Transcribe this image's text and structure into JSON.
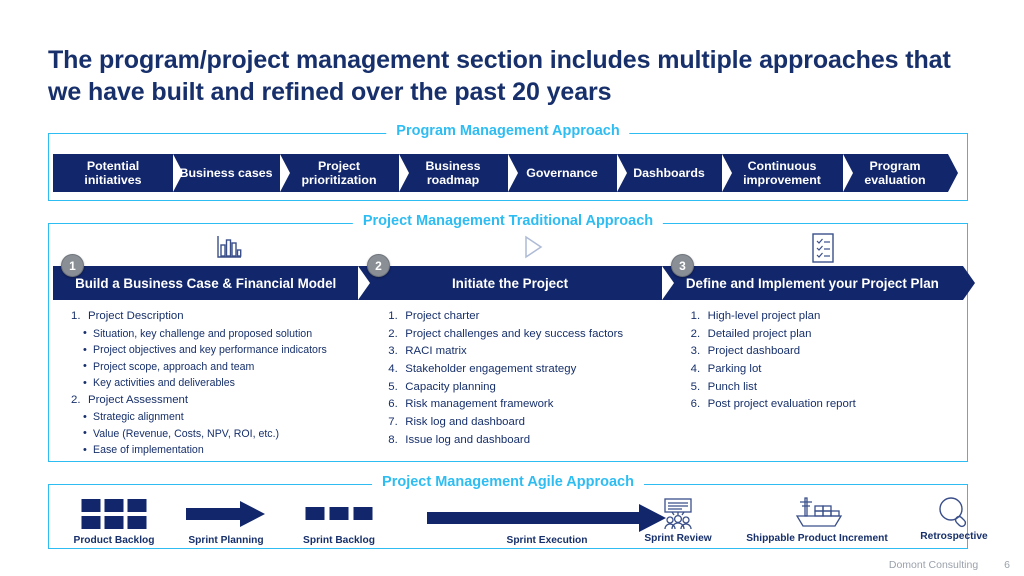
{
  "title": "The program/project management section includes multiple approaches that we have built and refined over the past 20 years",
  "colors": {
    "navy": "#12266b",
    "cyan": "#2ebdf2",
    "title_blue": "#17306b",
    "step_grey": "#8a8f96"
  },
  "program": {
    "caption": "Program Management Approach",
    "steps": [
      {
        "label": "Potential initiatives"
      },
      {
        "label": "Business cases"
      },
      {
        "label": "Project prioritization"
      },
      {
        "label": "Business roadmap"
      },
      {
        "label": "Governance"
      },
      {
        "label": "Dashboards"
      },
      {
        "label": "Continuous improvement"
      },
      {
        "label": "Program evaluation"
      }
    ]
  },
  "traditional": {
    "caption": "Project Management Traditional Approach",
    "phases": [
      {
        "number": "1",
        "title": "Build a Business Case & Financial Model",
        "icon": "bar-chart-icon"
      },
      {
        "number": "2",
        "title": "Initiate the Project",
        "icon": "play-triangle-icon"
      },
      {
        "number": "3",
        "title": "Define and Implement your Project Plan",
        "icon": "checklist-icon"
      }
    ],
    "columns": [
      {
        "items": [
          {
            "type": "number",
            "n": "1.",
            "text": "Project Description"
          },
          {
            "type": "bullet",
            "text": "Situation, key challenge  and proposed solution"
          },
          {
            "type": "bullet",
            "text": "Project objectives and key performance indicators"
          },
          {
            "type": "bullet",
            "text": "Project scope, approach and team"
          },
          {
            "type": "bullet",
            "text": "Key activities and deliverables"
          },
          {
            "type": "number",
            "n": "2.",
            "text": "Project Assessment"
          },
          {
            "type": "bullet",
            "text": "Strategic alignment"
          },
          {
            "type": "bullet",
            "text": "Value (Revenue,  Costs, NPV, ROI, etc.)"
          },
          {
            "type": "bullet",
            "text": "Ease of implementation"
          }
        ]
      },
      {
        "items": [
          {
            "type": "number",
            "n": "1.",
            "text": "Project charter"
          },
          {
            "type": "number",
            "n": "2.",
            "text": "Project challenges  and key success factors"
          },
          {
            "type": "number",
            "n": "3.",
            "text": "RACI matrix"
          },
          {
            "type": "number",
            "n": "4.",
            "text": "Stakeholder  engagement  strategy"
          },
          {
            "type": "number",
            "n": "5.",
            "text": "Capacity planning"
          },
          {
            "type": "number",
            "n": "6.",
            "text": "Risk management  framework"
          },
          {
            "type": "number",
            "n": "7.",
            "text": "Risk log and dashboard"
          },
          {
            "type": "number",
            "n": "8.",
            "text": "Issue log and dashboard"
          }
        ]
      },
      {
        "items": [
          {
            "type": "number",
            "n": "1.",
            "text": "High-level  project plan"
          },
          {
            "type": "number",
            "n": "2.",
            "text": "Detailed project plan"
          },
          {
            "type": "number",
            "n": "3.",
            "text": "Project dashboard"
          },
          {
            "type": "number",
            "n": "4.",
            "text": "Parking lot"
          },
          {
            "type": "number",
            "n": "5.",
            "text": "Punch  list"
          },
          {
            "type": "number",
            "n": "6.",
            "text": "Post project evaluation report"
          }
        ]
      }
    ]
  },
  "agile": {
    "caption": "Project Management Agile Approach",
    "items": [
      {
        "label": "Product Backlog",
        "icon": "backlog-grid-icon"
      },
      {
        "label": "Sprint Planning",
        "icon": "arrow-right-icon"
      },
      {
        "label": "Sprint Backlog",
        "icon": "backlog-row-icon"
      },
      {
        "label": "Sprint Execution",
        "icon": "long-arrow-right-icon"
      },
      {
        "label": "Sprint Review",
        "icon": "presentation-people-icon"
      },
      {
        "label": "Shippable Product Increment",
        "icon": "cargo-ship-icon"
      },
      {
        "label": "Retrospective",
        "icon": "magnifier-icon"
      }
    ]
  },
  "footer": {
    "company": "Domont Consulting",
    "page": "6"
  }
}
